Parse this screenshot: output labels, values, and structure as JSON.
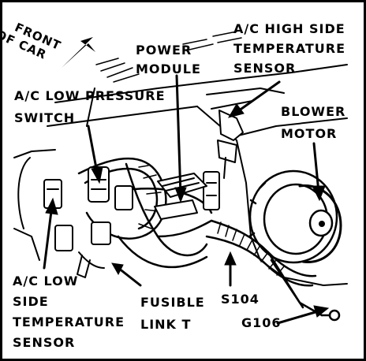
{
  "labels": {
    "front_of_car": [
      "FRONT",
      "OF CAR"
    ],
    "power_module": [
      "POWER",
      "MODULE"
    ],
    "ac_high_side": [
      "A/C HIGH SIDE",
      "TEMPERATURE",
      "SENSOR"
    ],
    "ac_low_pressure": [
      "A/C LOW PRESSURE",
      "SWITCH"
    ],
    "blower_motor": [
      "BLOWER",
      "MOTOR"
    ],
    "ac_low_side": [
      "A/C LOW",
      "SIDE",
      "TEMPERATURE",
      "SENSOR"
    ],
    "fusible_link": [
      "FUSIBLE",
      "LINK T"
    ],
    "s104": "S104",
    "g106": "G106"
  }
}
